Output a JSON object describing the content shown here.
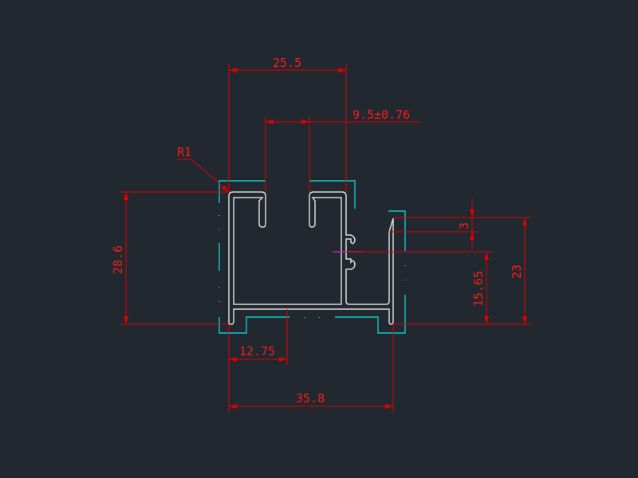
{
  "drawing": {
    "dimensions": {
      "top_width": "25.5",
      "slot_width": "9.5±0.76",
      "radius": "R1",
      "left_height": "28.6",
      "right_height": "23",
      "clip_height": "15.65",
      "top_offset": "3",
      "bottom_offset": "12.75",
      "overall_width": "35.8"
    },
    "colors": {
      "background": "#212830",
      "dimension": "#e00000",
      "profile": "#d8d8d8",
      "construction": "#10c8c8",
      "center": "#c020c0"
    }
  }
}
